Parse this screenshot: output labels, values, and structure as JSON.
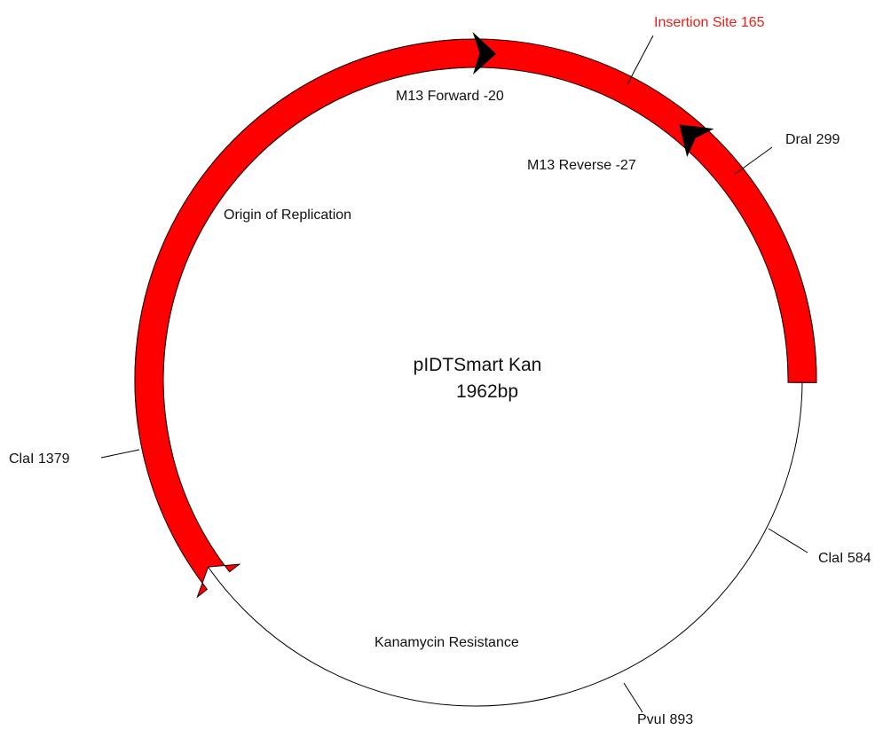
{
  "plasmid": {
    "name": "pIDTSmart Kan",
    "size": "1962bp"
  },
  "colors": {
    "feature_fill": "#ff0000",
    "primer_fill": "#000000",
    "backbone": "#000000",
    "insertion_site_text": "#e8201a"
  },
  "features": {
    "origin": {
      "label": "Origin of Replication"
    },
    "kan_partial": {
      "label": ""
    },
    "kan": {
      "label": "Kanamycin Resistance"
    }
  },
  "primers": {
    "m13_forward": {
      "label": "M13 Forward -20"
    },
    "m13_reverse": {
      "label": "M13 Reverse -27"
    }
  },
  "sites": {
    "insertion": {
      "label": "Insertion Site 165"
    },
    "dra1": {
      "label": "DraI 299"
    },
    "cla1_584": {
      "label": "ClaI 584"
    },
    "pvu1": {
      "label": "PvuI 893"
    },
    "cla1_1379": {
      "label": "ClaI 1379"
    }
  }
}
